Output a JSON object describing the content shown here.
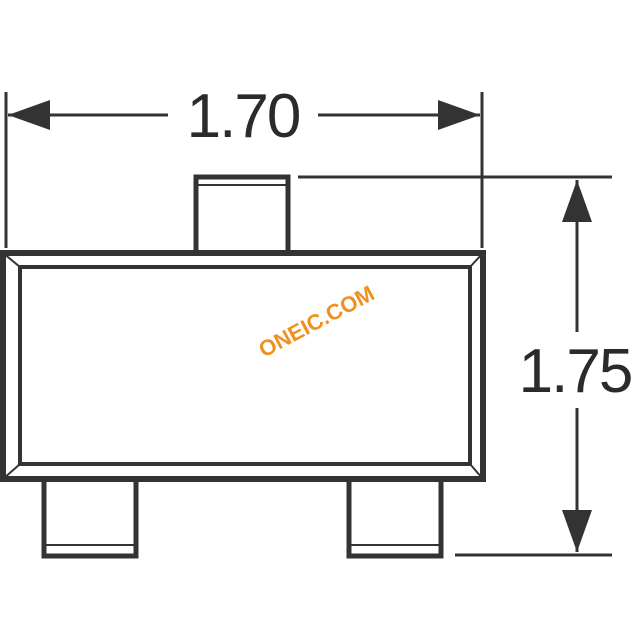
{
  "diagram": {
    "width_dimension_label": "1.70",
    "height_dimension_label": "1.75",
    "watermark_text": "ONEIC.COM"
  },
  "colors": {
    "line": "#333333",
    "watermark": "#f0901e",
    "background": "#ffffff"
  }
}
